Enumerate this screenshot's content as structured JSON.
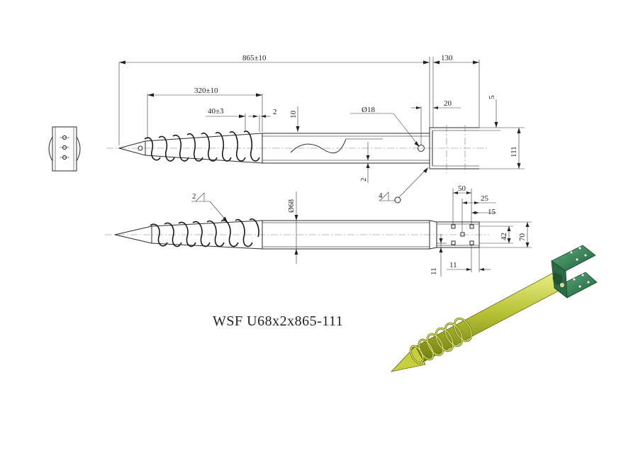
{
  "title": "WSF U68x2x865-111",
  "dimensions": {
    "overall_length": "865±10",
    "bracket_length": "130",
    "helix_length": "320±10",
    "tip_length": "40±3",
    "gap_2_top": "2",
    "gap_10": "10",
    "hole_dia": "Ø18",
    "bracket_20": "20",
    "bracket_5": "5",
    "bracket_height": "111",
    "wall_2": "2",
    "weld_4": "4",
    "weld_2": "2",
    "tube_dia": "Ø68",
    "plate_50": "50",
    "plate_25": "25",
    "plate_15": "15",
    "plate_42": "42",
    "plate_70": "70",
    "plate_11_v": "11",
    "plate_11_h": "11"
  },
  "colors": {
    "line": "#2a2a2a",
    "shaft_green": "#9aa81e",
    "bracket_green": "#2e7d4f"
  }
}
